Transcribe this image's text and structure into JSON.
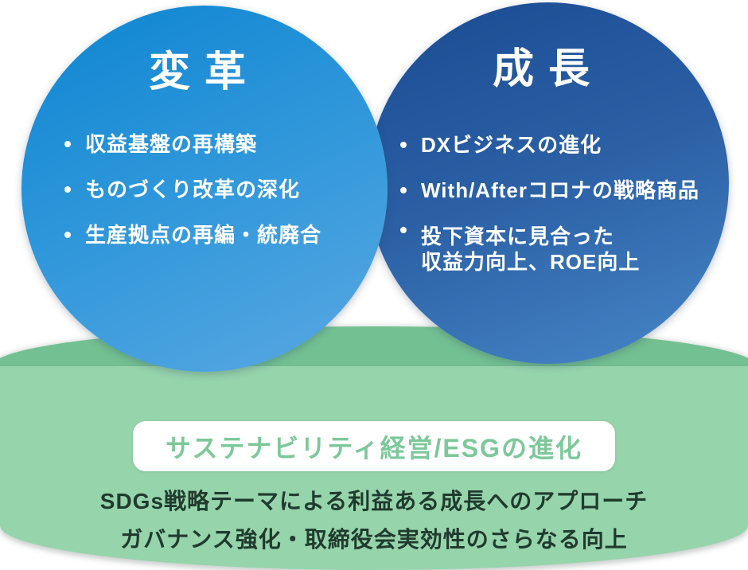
{
  "colors": {
    "page_bg": "#ffffff",
    "left_top": "#0d85d2",
    "left_mid": "#2f97da",
    "left_bottom": "#5aa8e2",
    "right_top": "#1a4b92",
    "right_mid": "#2c61a6",
    "right_bottom": "#4787c8",
    "lid": "#73c092",
    "body": "#96d4ac",
    "badge_bg": "#ffffff",
    "badge_text": "#7dc89a",
    "dark_text": "#203b2d"
  },
  "left_circle": {
    "title": "変革",
    "items": [
      [
        "収益基盤の再構築"
      ],
      [
        "ものづくり改革の深化"
      ],
      [
        "生産拠点の再編・統廃合"
      ]
    ]
  },
  "right_circle": {
    "title": "成長",
    "items": [
      [
        "DXビジネスの進化"
      ],
      [
        "With/Afterコロナの戦略商品"
      ],
      [
        "投下資本に見合った",
        "収益力向上、ROE向上"
      ]
    ]
  },
  "platform": {
    "badge_label": "サステナビリティ経営/ESGの進化",
    "line1": "SDGs戦略テーマによる利益ある成長へのアプローチ",
    "line2": "ガバナンス強化・取締役会実効性のさらなる向上"
  }
}
